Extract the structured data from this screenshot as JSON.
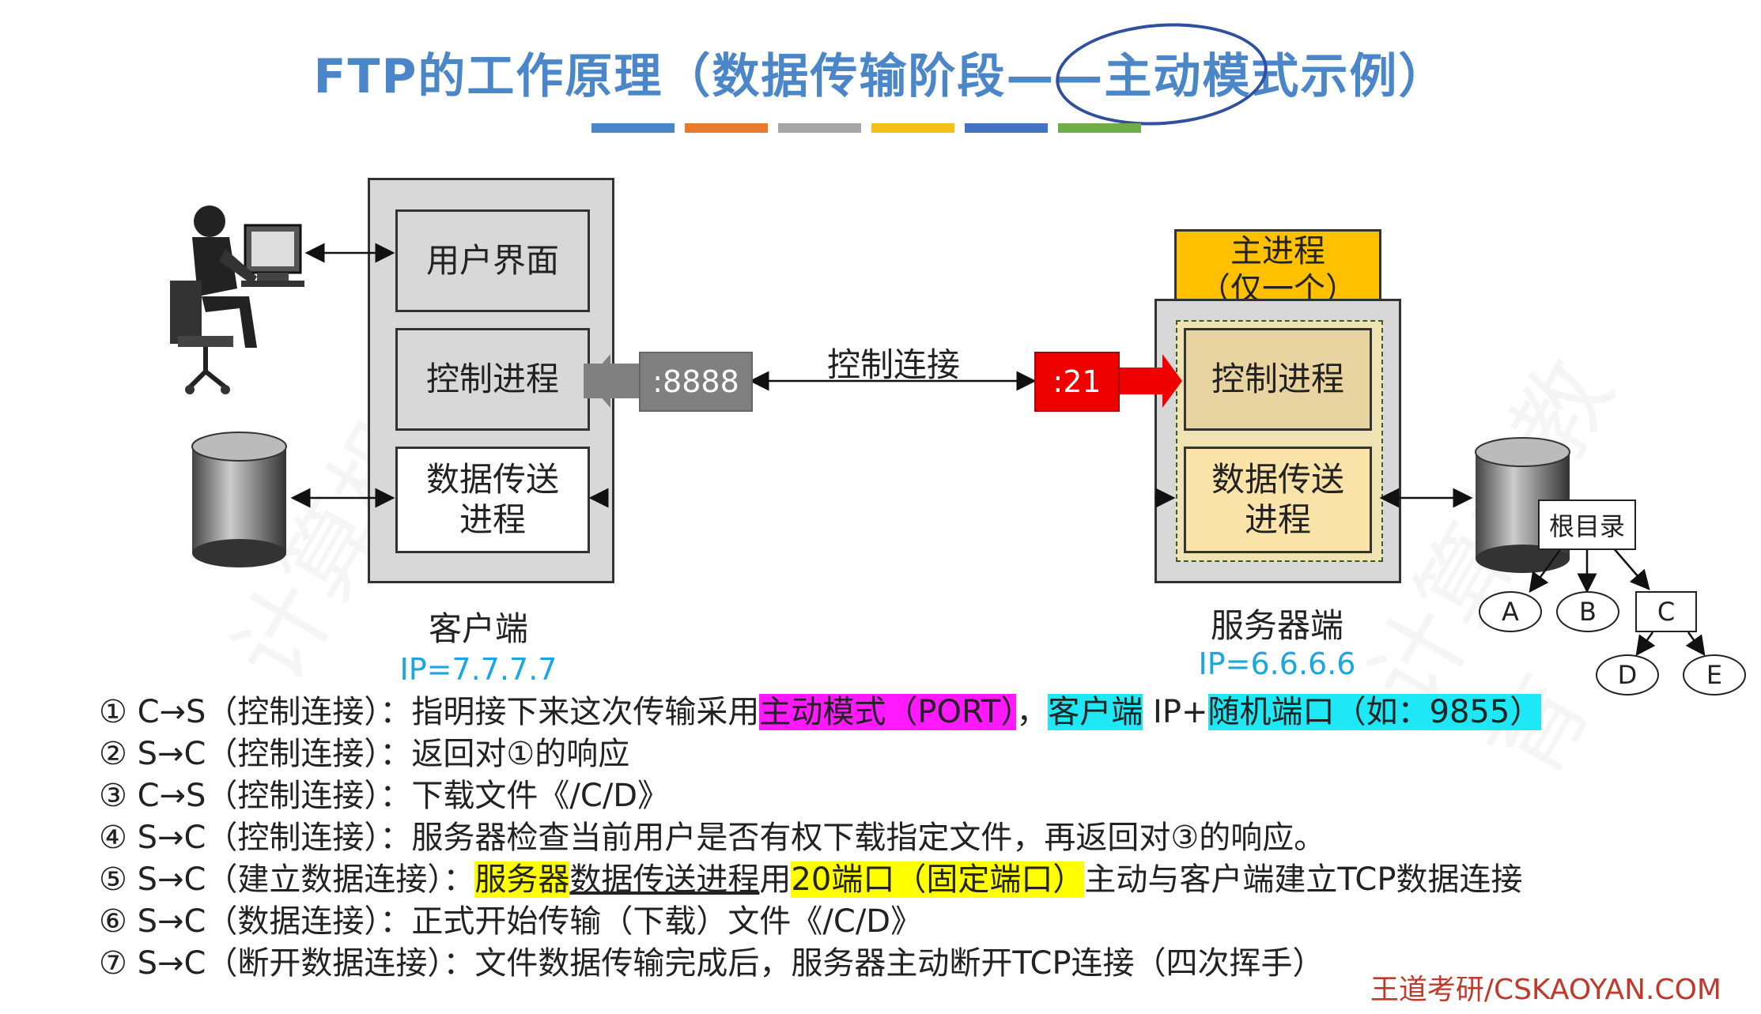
{
  "header": {
    "title": "FTP的工作原理（数据传输阶段——主动模式示例）",
    "deco_colors": [
      "#4a86c8",
      "#e87a2d",
      "#a5a5a5",
      "#f5bf19",
      "#4472c4",
      "#70ad47"
    ]
  },
  "client": {
    "ui": "用户界面",
    "control": "控制进程",
    "data_line1": "数据传送",
    "data_line2": "进程",
    "port": ":8888",
    "label": "客户端",
    "ip": "IP=7.7.7.7"
  },
  "connection": {
    "label": "控制连接"
  },
  "server": {
    "main_line1": "主进程",
    "main_line2": "（仅一个）",
    "port": ":21",
    "control": "控制进程",
    "data_line1": "数据传送",
    "data_line2": "进程",
    "label": "服务器端",
    "ip": "IP=6.6.6.6"
  },
  "tree": {
    "root": "根目录",
    "a": "A",
    "b": "B",
    "c": "C",
    "d": "D",
    "e": "E"
  },
  "steps": [
    {
      "num": "①",
      "dir": "C→S",
      "tag": "（控制连接）：",
      "t1": "指明接下来这次传输采用",
      "h1": "主动模式（PORT）",
      "t2": "，",
      "h2": "客户端",
      "t3": " IP+",
      "h3": "随机端口（如：9855）"
    },
    {
      "num": "②",
      "dir": "S→C",
      "tag": "（控制连接）：",
      "t1": "返回对①的响应"
    },
    {
      "num": "③",
      "dir": "C→S",
      "tag": "（控制连接）：",
      "t1": "下载文件《/C/D》"
    },
    {
      "num": "④",
      "dir": "S→C",
      "tag": "（控制连接）：",
      "t1": "服务器检查当前用户是否有权下载指定文件，再返回对③的响应。"
    },
    {
      "num": "⑤",
      "dir": "S→C",
      "tag": "（建立数据连接）：",
      "h1": "服务器",
      "u1": "数据传送进程",
      "t1": "用",
      "h2": "20端口（固定端口）",
      "t2": "主动与客户端建立TCP数据连接"
    },
    {
      "num": "⑥",
      "dir": "S→C",
      "tag": "（数据连接）：",
      "t1": "正式开始传输（下载）文件《/C/D》"
    },
    {
      "num": "⑦",
      "dir": "S→C",
      "tag": "（断开数据连接）：",
      "t1": "文件数据传输完成后，服务器主动断开TCP连接（四次挥手）"
    }
  ],
  "footer": "王道考研/CSKAOYAN.COM"
}
